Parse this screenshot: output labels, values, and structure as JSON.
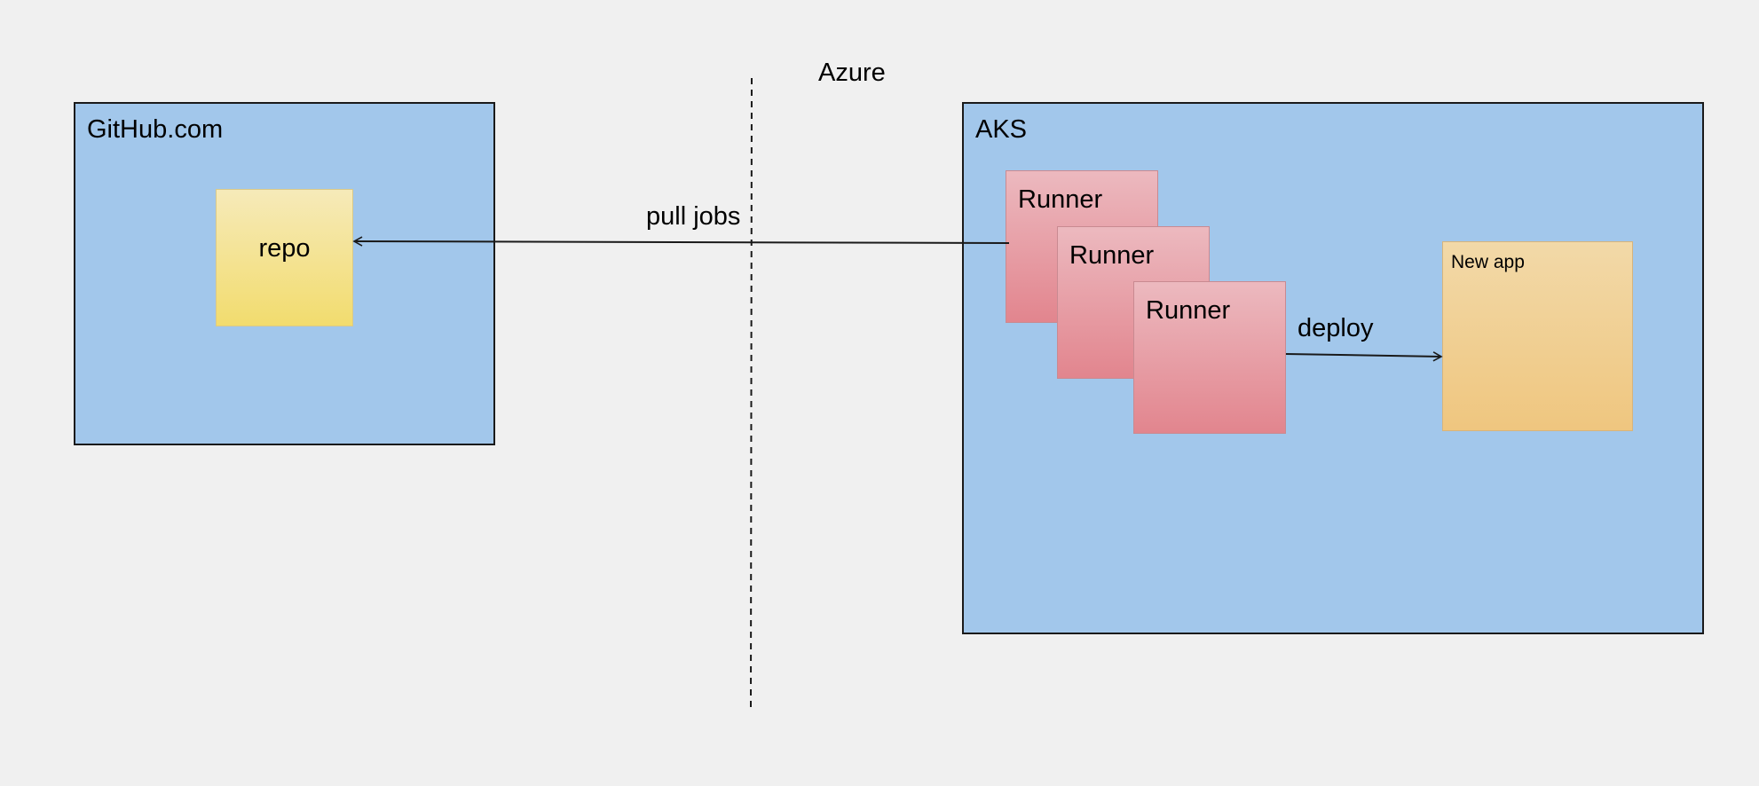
{
  "diagram": {
    "azure_label": "Azure",
    "github": {
      "title": "GitHub.com",
      "repo_label": "repo"
    },
    "aks": {
      "title": "AKS",
      "runners": [
        "Runner",
        "Runner",
        "Runner"
      ],
      "new_app_label": "New app"
    },
    "edges": {
      "pull_jobs_label": "pull jobs",
      "deploy_label": "deploy"
    }
  },
  "colors": {
    "background": "#f0f0f0",
    "container_fill": "#a2c7eb",
    "repo_fill": "#f2dc6e",
    "runner_fill": "#e2858e",
    "new_app_fill": "#efc67f"
  }
}
